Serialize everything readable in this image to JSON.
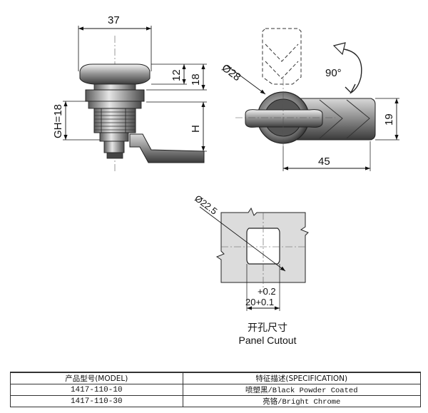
{
  "drawing": {
    "side_view": {
      "width_dim": "37",
      "head_height_dim": "12",
      "total_height_dim": "18",
      "grip_dim": "GH=18",
      "h_dim": "H"
    },
    "front_view": {
      "diameter_dim": "Ø28",
      "rotation_label": "90°",
      "cam_width_dim": "19",
      "cam_length_dim": "45"
    },
    "cutout_view": {
      "diameter_dim": "Ø22.5",
      "tolerance_dim": "+0.2",
      "width_dim": "20+0.1",
      "caption_cn": "开孔尺寸",
      "caption_en": "Panel Cutout"
    }
  },
  "spec_table": {
    "headers": [
      "产品型号(MODEL)",
      "特征描述(SPECIFICATION)"
    ],
    "rows": [
      {
        "model": "1417-110-10",
        "spec": "喷塑黑/Black Powder Coated"
      },
      {
        "model": "1417-110-30",
        "spec": "亮铬/Bright Chrome"
      }
    ]
  }
}
